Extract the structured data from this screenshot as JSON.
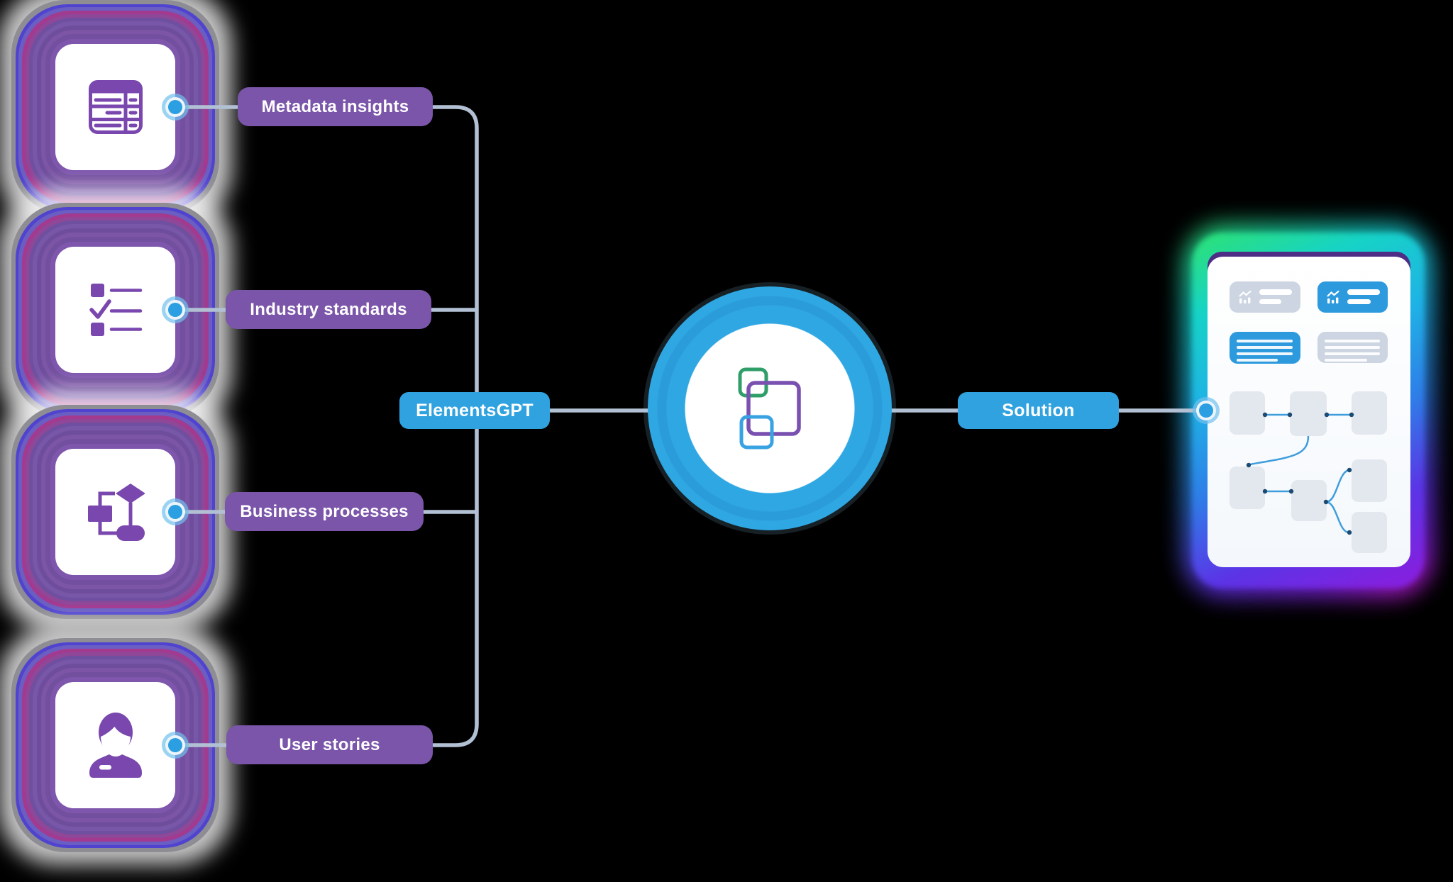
{
  "diagram": {
    "sources": [
      {
        "label": "Metadata insights",
        "icon": "database-table-icon"
      },
      {
        "label": "Industry standards",
        "icon": "checklist-icon"
      },
      {
        "label": "Business processes",
        "icon": "flowchart-icon"
      },
      {
        "label": "User stories",
        "icon": "user-icon"
      }
    ],
    "hub": {
      "label": "ElementsGPT"
    },
    "center": {
      "icon": "elements-logo-icon"
    },
    "output": {
      "label": "Solution"
    },
    "mockup": {
      "top_stat_cards": [
        {
          "style": "gray",
          "icon": "line-chart-icon"
        },
        {
          "style": "blue",
          "icon": "line-chart-icon"
        }
      ],
      "text_cards": [
        {
          "style": "blue",
          "lines": 4
        },
        {
          "style": "gray",
          "lines": 4
        }
      ],
      "flow_nodes": 7
    },
    "colors": {
      "background": "#000000",
      "source_pill": "#7B55A9",
      "source_icon_purple": "#7A47AE",
      "glow_ring_magenta": "#A23A90",
      "glow_ring_blue": "#4F43CF",
      "glow_ring_gray": "#8D8D93",
      "action_pill_blue": "#2FA2DF",
      "connector_line": "#B2C0D4",
      "node_blue": "#2B9FE1",
      "hub_ring_blue": "#2FA7E3",
      "logo_green": "#2F9E69",
      "logo_purple": "#7A50B0",
      "logo_blue": "#38A2E2",
      "mockup_card_blue": "#2D9ADE",
      "mockup_card_gray": "#CCD5E1",
      "mockup_flow_line": "#3F9DDC",
      "mockup_flow_dot": "#1D4A73",
      "mockup_frame_green": "#2EE271",
      "mockup_frame_purple": "#8222E0"
    }
  }
}
